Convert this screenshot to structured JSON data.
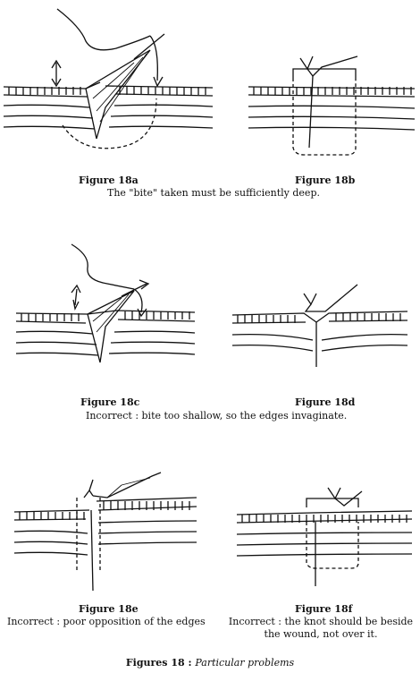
{
  "rows": [
    {
      "left_label": "Figure 18a",
      "right_label": "Figure 18b",
      "caption": "The \"bite\" taken must be sufficiently deep."
    },
    {
      "left_label": "Figure 18c",
      "right_label": "Figure 18d",
      "caption": "Incorrect : bite too shallow, so the edges invaginate."
    },
    {
      "left_label": "Figure 18e",
      "right_label": "Figure 18f",
      "left_caption": "Incorrect : poor opposition of the edges",
      "right_caption": "Incorrect : the knot should be beside the wound, not over it."
    }
  ],
  "main_caption": {
    "prefix": "Figures 18 : ",
    "title": "Particular problems"
  }
}
